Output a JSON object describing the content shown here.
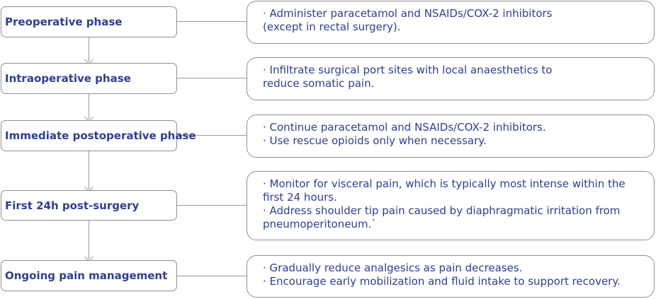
{
  "steps": [
    {
      "phase": "Preoperative phase",
      "lines": [
        "· Administer paracetamol and NSAIDs/COX-2 inhibitors",
        "(except in rectal surgery)."
      ]
    },
    {
      "phase": "Intraoperative phase",
      "lines": [
        "· Infiltrate surgical port sites with local anaesthetics to",
        "reduce somatic pain."
      ]
    },
    {
      "phase": "Immediate postoperative phase",
      "lines": [
        "· Continue paracetamol and NSAIDs/COX-2 inhibitors.",
        "· Use rescue opioids only when necessary."
      ]
    },
    {
      "phase": "First 24h post-surgery",
      "lines": [
        "· Monitor for visceral pain, which is typically most intense within the",
        "first 24 hours.",
        "· Address shoulder tip pain caused by diaphragmatic irritation from",
        "pneumoperitoneum.`"
      ]
    },
    {
      "phase": "Ongoing pain management",
      "lines": [
        "· Gradually reduce analgesics as pain decreases.",
        "· Encourage early mobilization and fluid intake to support recovery."
      ]
    }
  ]
}
